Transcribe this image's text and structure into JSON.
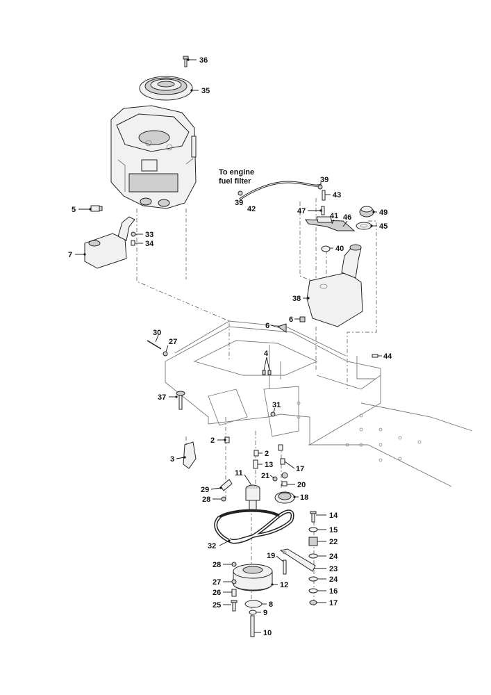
{
  "diagram": {
    "note_line1": "To engine",
    "note_line2": "fuel filter",
    "callouts": [
      {
        "id": "c36",
        "label": "36"
      },
      {
        "id": "c35",
        "label": "35"
      },
      {
        "id": "c39a",
        "label": "39"
      },
      {
        "id": "c43",
        "label": "43"
      },
      {
        "id": "c39b",
        "label": "39"
      },
      {
        "id": "c42",
        "label": "42"
      },
      {
        "id": "c5",
        "label": "5"
      },
      {
        "id": "c47",
        "label": "47"
      },
      {
        "id": "c41",
        "label": "41"
      },
      {
        "id": "c46",
        "label": "46"
      },
      {
        "id": "c49",
        "label": "49"
      },
      {
        "id": "c45",
        "label": "45"
      },
      {
        "id": "c33",
        "label": "33"
      },
      {
        "id": "c34",
        "label": "34"
      },
      {
        "id": "c7",
        "label": "7"
      },
      {
        "id": "c40",
        "label": "40"
      },
      {
        "id": "c38",
        "label": "38"
      },
      {
        "id": "c6a",
        "label": "6"
      },
      {
        "id": "c6b",
        "label": "6"
      },
      {
        "id": "c30",
        "label": "30"
      },
      {
        "id": "c27a",
        "label": "27"
      },
      {
        "id": "c4",
        "label": "4"
      },
      {
        "id": "c44",
        "label": "44"
      },
      {
        "id": "c37",
        "label": "37"
      },
      {
        "id": "c31",
        "label": "31"
      },
      {
        "id": "c2a",
        "label": "2"
      },
      {
        "id": "c2b",
        "label": "2"
      },
      {
        "id": "c3",
        "label": "3"
      },
      {
        "id": "c13",
        "label": "13"
      },
      {
        "id": "c17a",
        "label": "17"
      },
      {
        "id": "c11",
        "label": "11"
      },
      {
        "id": "c21",
        "label": "21"
      },
      {
        "id": "c20",
        "label": "20"
      },
      {
        "id": "c29",
        "label": "29"
      },
      {
        "id": "c18",
        "label": "18"
      },
      {
        "id": "c28a",
        "label": "28"
      },
      {
        "id": "c14",
        "label": "14"
      },
      {
        "id": "c15",
        "label": "15"
      },
      {
        "id": "c22",
        "label": "22"
      },
      {
        "id": "c32",
        "label": "32"
      },
      {
        "id": "c24a",
        "label": "24"
      },
      {
        "id": "c19",
        "label": "19"
      },
      {
        "id": "c28b",
        "label": "28"
      },
      {
        "id": "c23",
        "label": "23"
      },
      {
        "id": "c27b",
        "label": "27"
      },
      {
        "id": "c12",
        "label": "12"
      },
      {
        "id": "c24b",
        "label": "24"
      },
      {
        "id": "c26",
        "label": "26"
      },
      {
        "id": "c16",
        "label": "16"
      },
      {
        "id": "c8",
        "label": "8"
      },
      {
        "id": "c25",
        "label": "25"
      },
      {
        "id": "c17b",
        "label": "17"
      },
      {
        "id": "c9",
        "label": "9"
      },
      {
        "id": "c10",
        "label": "10"
      }
    ]
  }
}
